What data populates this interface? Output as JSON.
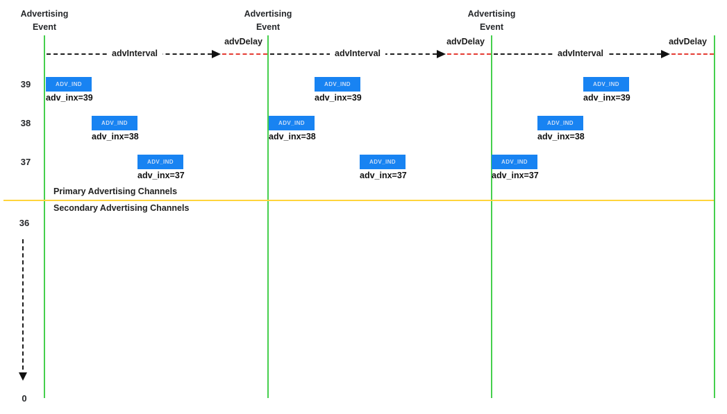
{
  "events": [
    {
      "title_line1": "Advertising",
      "title_line2": "Event"
    },
    {
      "title_line1": "Advertising",
      "title_line2": "Event"
    },
    {
      "title_line1": "Advertising",
      "title_line2": "Event"
    }
  ],
  "intervals": [
    {
      "interval_label": "advInterval",
      "delay_label": "advDelay"
    },
    {
      "interval_label": "advInterval",
      "delay_label": "advDelay"
    },
    {
      "interval_label": "advInterval",
      "delay_label": "advDelay"
    }
  ],
  "channel_axis": {
    "labels": [
      "39",
      "38",
      "37",
      "36",
      "0"
    ]
  },
  "sections": {
    "primary": "Primary Advertising Channels",
    "secondary": "Secondary Advertising Channels"
  },
  "packets": [
    {
      "event": 1,
      "channel": "39",
      "box_label": "ADV_IND",
      "caption": "adv_inx=39"
    },
    {
      "event": 1,
      "channel": "38",
      "box_label": "ADV_IND",
      "caption": "adv_inx=38"
    },
    {
      "event": 1,
      "channel": "37",
      "box_label": "ADV_IND",
      "caption": "adv_inx=37"
    },
    {
      "event": 2,
      "channel": "38",
      "box_label": "ADV_IND",
      "caption": "adv_inx=38"
    },
    {
      "event": 2,
      "channel": "39",
      "box_label": "ADV_IND",
      "caption": "adv_inx=39"
    },
    {
      "event": 2,
      "channel": "37",
      "box_label": "ADV_IND",
      "caption": "adv_inx=37"
    },
    {
      "event": 3,
      "channel": "37",
      "box_label": "ADV_IND",
      "caption": "adv_inx=37"
    },
    {
      "event": 3,
      "channel": "38",
      "box_label": "ADV_IND",
      "caption": "adv_inx=38"
    },
    {
      "event": 3,
      "channel": "39",
      "box_label": "ADV_IND",
      "caption": "adv_inx=39"
    }
  ],
  "colors": {
    "event_line_green": "#45cf4d",
    "packet_blue": "#1883f2",
    "divider_yellow": "#ffd43b",
    "delay_red": "#e53b32",
    "text_dark": "#26282b"
  }
}
